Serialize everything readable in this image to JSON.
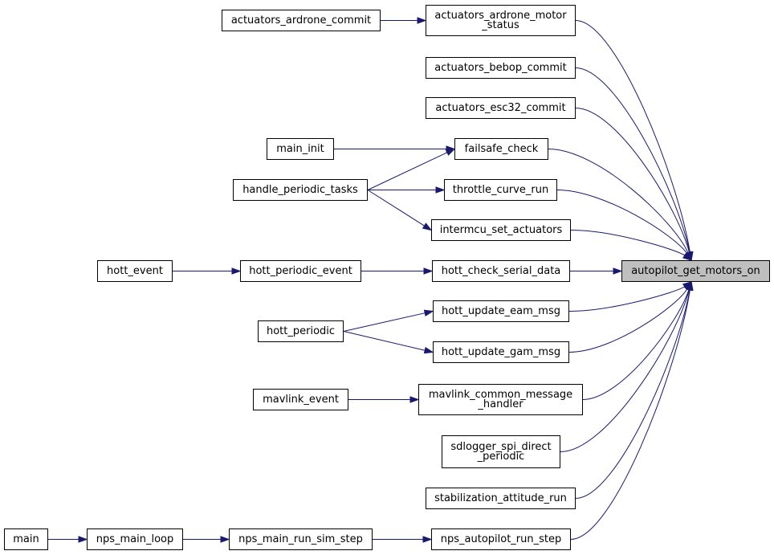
{
  "graph": {
    "edge_color": "#191970",
    "focus_fill": "#bfbfbf",
    "focus": {
      "id": "autopilot_get_motors_on",
      "label": "autopilot_get_motors_on"
    },
    "nodes": [
      {
        "id": "actuators_ardrone_commit",
        "lines": [
          "actuators_ardrone_commit"
        ]
      },
      {
        "id": "actuators_ardrone_motor_status",
        "lines": [
          "actuators_ardrone_motor",
          "_status"
        ]
      },
      {
        "id": "actuators_bebop_commit",
        "lines": [
          "actuators_bebop_commit"
        ]
      },
      {
        "id": "actuators_esc32_commit",
        "lines": [
          "actuators_esc32_commit"
        ]
      },
      {
        "id": "main_init",
        "lines": [
          "main_init"
        ]
      },
      {
        "id": "failsafe_check",
        "lines": [
          "failsafe_check"
        ]
      },
      {
        "id": "handle_periodic_tasks",
        "lines": [
          "handle_periodic_tasks"
        ]
      },
      {
        "id": "throttle_curve_run",
        "lines": [
          "throttle_curve_run"
        ]
      },
      {
        "id": "intermcu_set_actuators",
        "lines": [
          "intermcu_set_actuators"
        ]
      },
      {
        "id": "hott_event",
        "lines": [
          "hott_event"
        ]
      },
      {
        "id": "hott_periodic_event",
        "lines": [
          "hott_periodic_event"
        ]
      },
      {
        "id": "hott_check_serial_data",
        "lines": [
          "hott_check_serial_data"
        ]
      },
      {
        "id": "hott_update_eam_msg",
        "lines": [
          "hott_update_eam_msg"
        ]
      },
      {
        "id": "hott_periodic",
        "lines": [
          "hott_periodic"
        ]
      },
      {
        "id": "hott_update_gam_msg",
        "lines": [
          "hott_update_gam_msg"
        ]
      },
      {
        "id": "mavlink_event",
        "lines": [
          "mavlink_event"
        ]
      },
      {
        "id": "mavlink_common_message_handler",
        "lines": [
          "mavlink_common_message",
          "_handler"
        ]
      },
      {
        "id": "sdlogger_spi_direct_periodic",
        "lines": [
          "sdlogger_spi_direct",
          "_periodic"
        ]
      },
      {
        "id": "stabilization_attitude_run",
        "lines": [
          "stabilization_attitude_run"
        ]
      },
      {
        "id": "main",
        "lines": [
          "main"
        ]
      },
      {
        "id": "nps_main_loop",
        "lines": [
          "nps_main_loop"
        ]
      },
      {
        "id": "nps_main_run_sim_step",
        "lines": [
          "nps_main_run_sim_step"
        ]
      },
      {
        "id": "nps_autopilot_run_step",
        "lines": [
          "nps_autopilot_run_step"
        ]
      }
    ],
    "edges": [
      [
        "actuators_ardrone_commit",
        "actuators_ardrone_motor_status"
      ],
      [
        "main_init",
        "failsafe_check"
      ],
      [
        "handle_periodic_tasks",
        "failsafe_check"
      ],
      [
        "handle_periodic_tasks",
        "throttle_curve_run"
      ],
      [
        "handle_periodic_tasks",
        "intermcu_set_actuators"
      ],
      [
        "hott_event",
        "hott_periodic_event"
      ],
      [
        "hott_periodic_event",
        "hott_check_serial_data"
      ],
      [
        "hott_periodic",
        "hott_update_eam_msg"
      ],
      [
        "hott_periodic",
        "hott_update_gam_msg"
      ],
      [
        "mavlink_event",
        "mavlink_common_message_handler"
      ],
      [
        "main",
        "nps_main_loop"
      ],
      [
        "nps_main_loop",
        "nps_main_run_sim_step"
      ],
      [
        "nps_main_run_sim_step",
        "nps_autopilot_run_step"
      ],
      [
        "actuators_ardrone_motor_status",
        "autopilot_get_motors_on"
      ],
      [
        "actuators_bebop_commit",
        "autopilot_get_motors_on"
      ],
      [
        "actuators_esc32_commit",
        "autopilot_get_motors_on"
      ],
      [
        "failsafe_check",
        "autopilot_get_motors_on"
      ],
      [
        "throttle_curve_run",
        "autopilot_get_motors_on"
      ],
      [
        "intermcu_set_actuators",
        "autopilot_get_motors_on"
      ],
      [
        "hott_check_serial_data",
        "autopilot_get_motors_on"
      ],
      [
        "hott_update_eam_msg",
        "autopilot_get_motors_on"
      ],
      [
        "hott_update_gam_msg",
        "autopilot_get_motors_on"
      ],
      [
        "mavlink_common_message_handler",
        "autopilot_get_motors_on"
      ],
      [
        "sdlogger_spi_direct_periodic",
        "autopilot_get_motors_on"
      ],
      [
        "stabilization_attitude_run",
        "autopilot_get_motors_on"
      ],
      [
        "nps_autopilot_run_step",
        "autopilot_get_motors_on"
      ]
    ]
  }
}
